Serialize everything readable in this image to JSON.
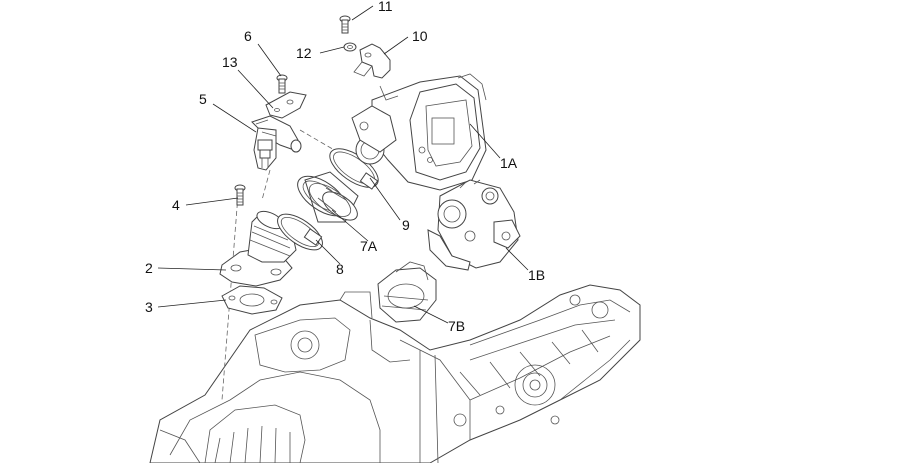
{
  "callouts": [
    {
      "id": "11",
      "text": "11"
    },
    {
      "id": "10",
      "text": "10"
    },
    {
      "id": "12",
      "text": "12"
    },
    {
      "id": "6",
      "text": "6"
    },
    {
      "id": "13",
      "text": "13"
    },
    {
      "id": "5",
      "text": "5"
    },
    {
      "id": "1A",
      "text": "1A"
    },
    {
      "id": "9",
      "text": "9"
    },
    {
      "id": "4",
      "text": "4"
    },
    {
      "id": "7A",
      "text": "7A"
    },
    {
      "id": "1B",
      "text": "1B"
    },
    {
      "id": "2",
      "text": "2"
    },
    {
      "id": "8",
      "text": "8"
    },
    {
      "id": "3",
      "text": "3"
    },
    {
      "id": "7B",
      "text": "7B"
    }
  ],
  "colors": {
    "line": "#444444",
    "text": "#111111",
    "background": "#ffffff"
  }
}
